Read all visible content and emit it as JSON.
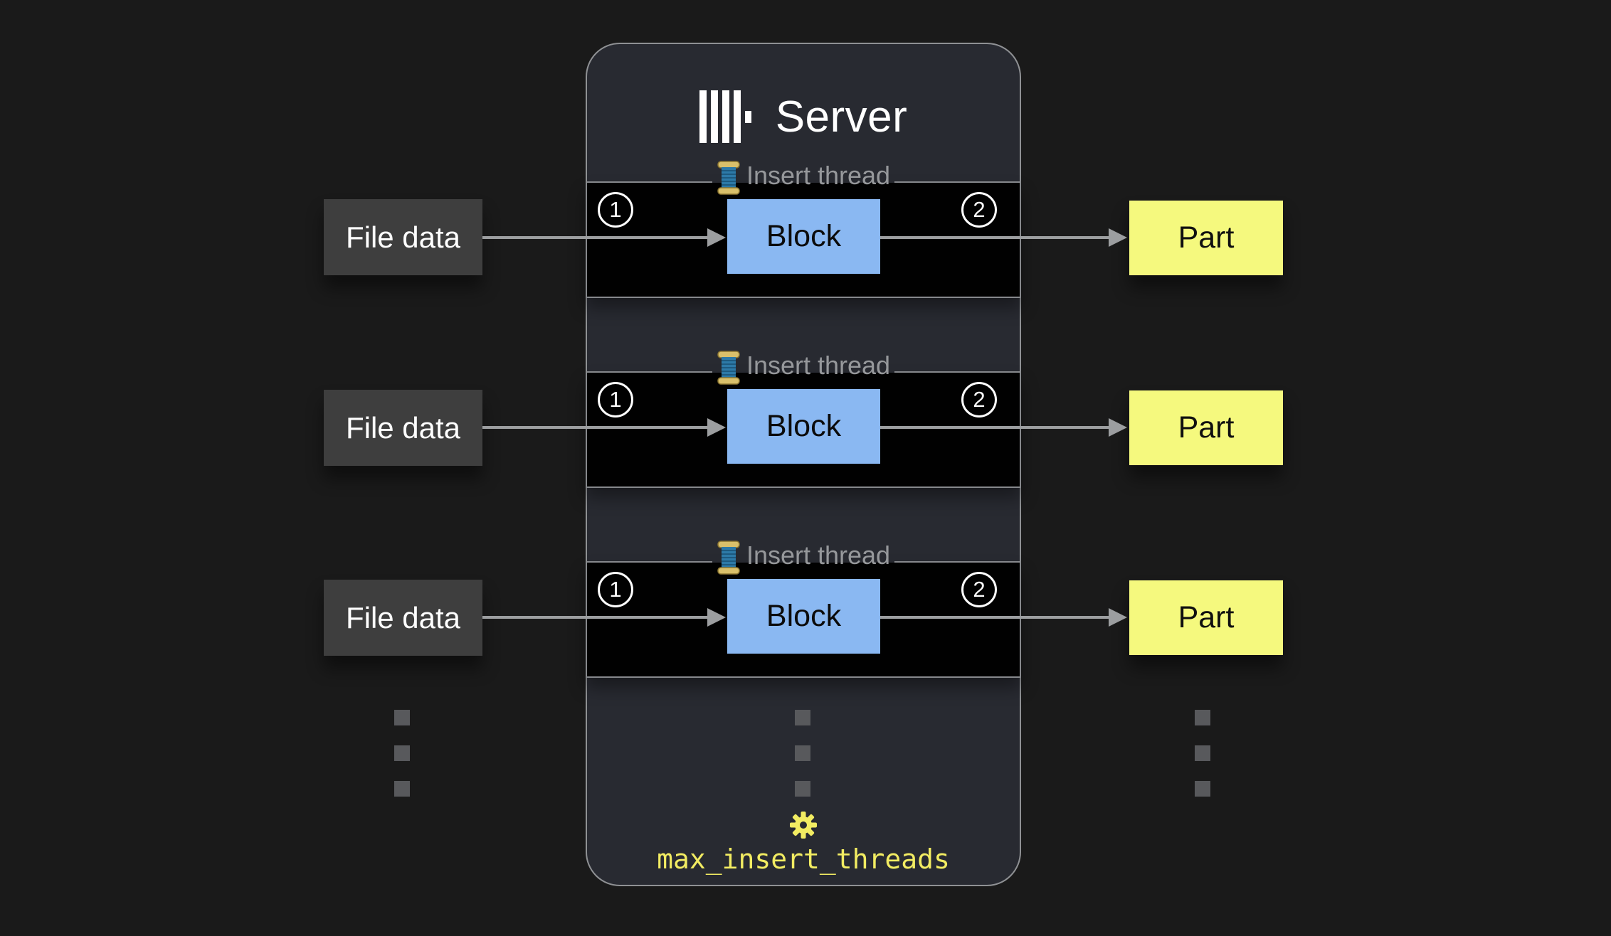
{
  "page": {
    "background": "#1a1a1a"
  },
  "server": {
    "title": "Server",
    "logo_icon": "clickhouse-logo",
    "bg": "#282a31",
    "setting": {
      "icon": "gear-icon",
      "label": "max_insert_threads",
      "color": "#f2ec62"
    }
  },
  "rows": [
    {
      "source": "File data",
      "thread_icon": "thread-spool-icon",
      "thread_label": "Insert thread",
      "step_in": "1",
      "block": "Block",
      "step_out": "2",
      "output": "Part"
    },
    {
      "source": "File data",
      "thread_icon": "thread-spool-icon",
      "thread_label": "Insert thread",
      "step_in": "1",
      "block": "Block",
      "step_out": "2",
      "output": "Part"
    },
    {
      "source": "File data",
      "thread_icon": "thread-spool-icon",
      "thread_label": "Insert thread",
      "step_in": "1",
      "block": "Block",
      "step_out": "2",
      "output": "Part"
    }
  ],
  "colors": {
    "block_fill": "#8ab8f2",
    "part_fill": "#f5f97e",
    "source_fill": "#3e3e3e",
    "arrow": "#9c9ea0",
    "legend_text": "#96989b",
    "setting_text": "#f2ec62",
    "server_border": "#8f9194"
  }
}
